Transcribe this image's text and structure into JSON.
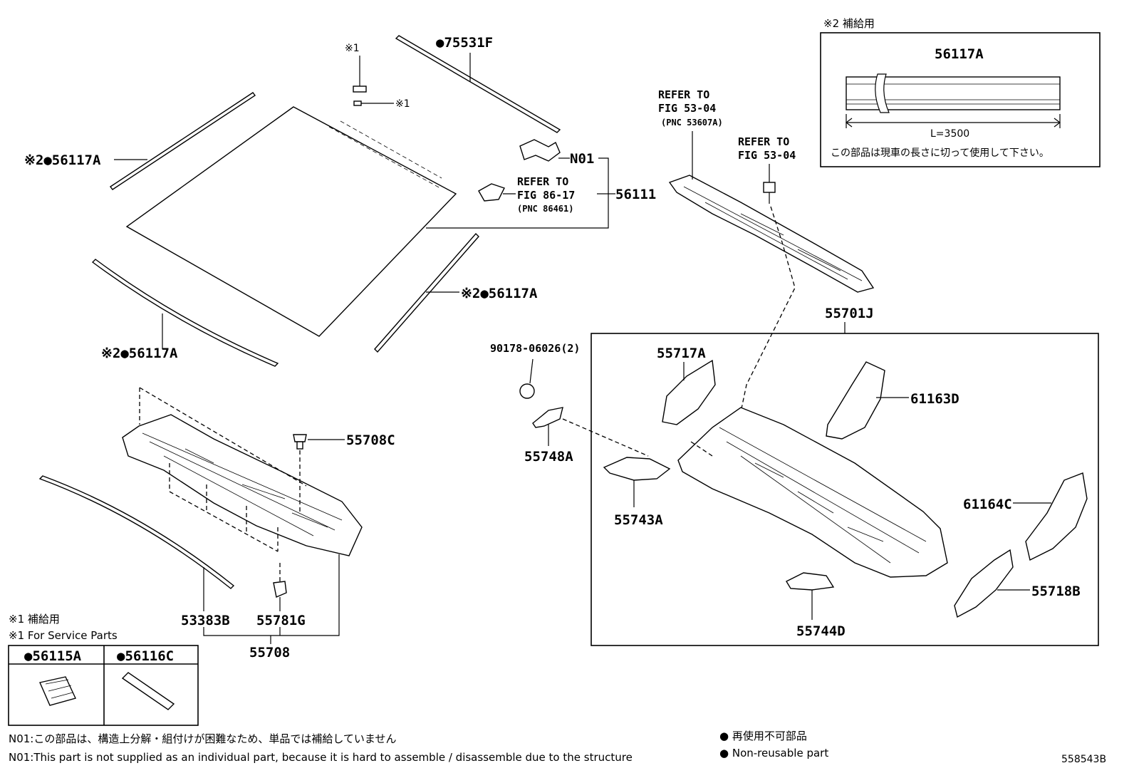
{
  "diagram": {
    "code": "558543B",
    "labels": {
      "p75531F": "●75531F",
      "note1_top": "※1",
      "note1_mid": "※1",
      "p56117A_upper_left": "※2●56117A",
      "p56117A_right": "※2●56117A",
      "p56117A_lower_left": "※2●56117A",
      "n01": "N01",
      "p56111": "56111",
      "refer86_1": "REFER TO",
      "refer86_2": "FIG 86-17",
      "refer86_3": "(PNC 86461)",
      "refer53a_1": "REFER TO",
      "refer53a_2": "FIG 53-04",
      "refer53a_3": "(PNC 53607A)",
      "refer53b_1": "REFER TO",
      "refer53b_2": "FIG 53-04",
      "p55701J": "55701J",
      "p90178": "90178-06026(2)",
      "p55717A": "55717A",
      "p61163D": "61163D",
      "p55748A": "55748A",
      "p55743A": "55743A",
      "p61164C": "61164C",
      "p55718B": "55718B",
      "p55744D": "55744D",
      "p55708C": "55708C",
      "p53383B": "53383B",
      "p55781G": "55781G",
      "p55708": "55708"
    },
    "service_box": {
      "header": "※2 補給用",
      "part": "56117A",
      "length": "L=3500",
      "instruction": "この部品は現車の長さに切って使用して下さい。"
    },
    "service_parts": {
      "note_jp": "※1 補給用",
      "note_en": "※1 For Service Parts",
      "part_a": "●56115A",
      "part_b": "●56116C"
    },
    "footer": {
      "n01_jp": "N01:この部品は、構造上分解・組付けが困難なため、単品では補給していません",
      "n01_en": "N01:This part is not supplied as an individual part, because it is hard to assemble / disassemble due to the structure",
      "legend_jp": "● 再使用不可部品",
      "legend_en": "● Non-reusable part"
    }
  }
}
